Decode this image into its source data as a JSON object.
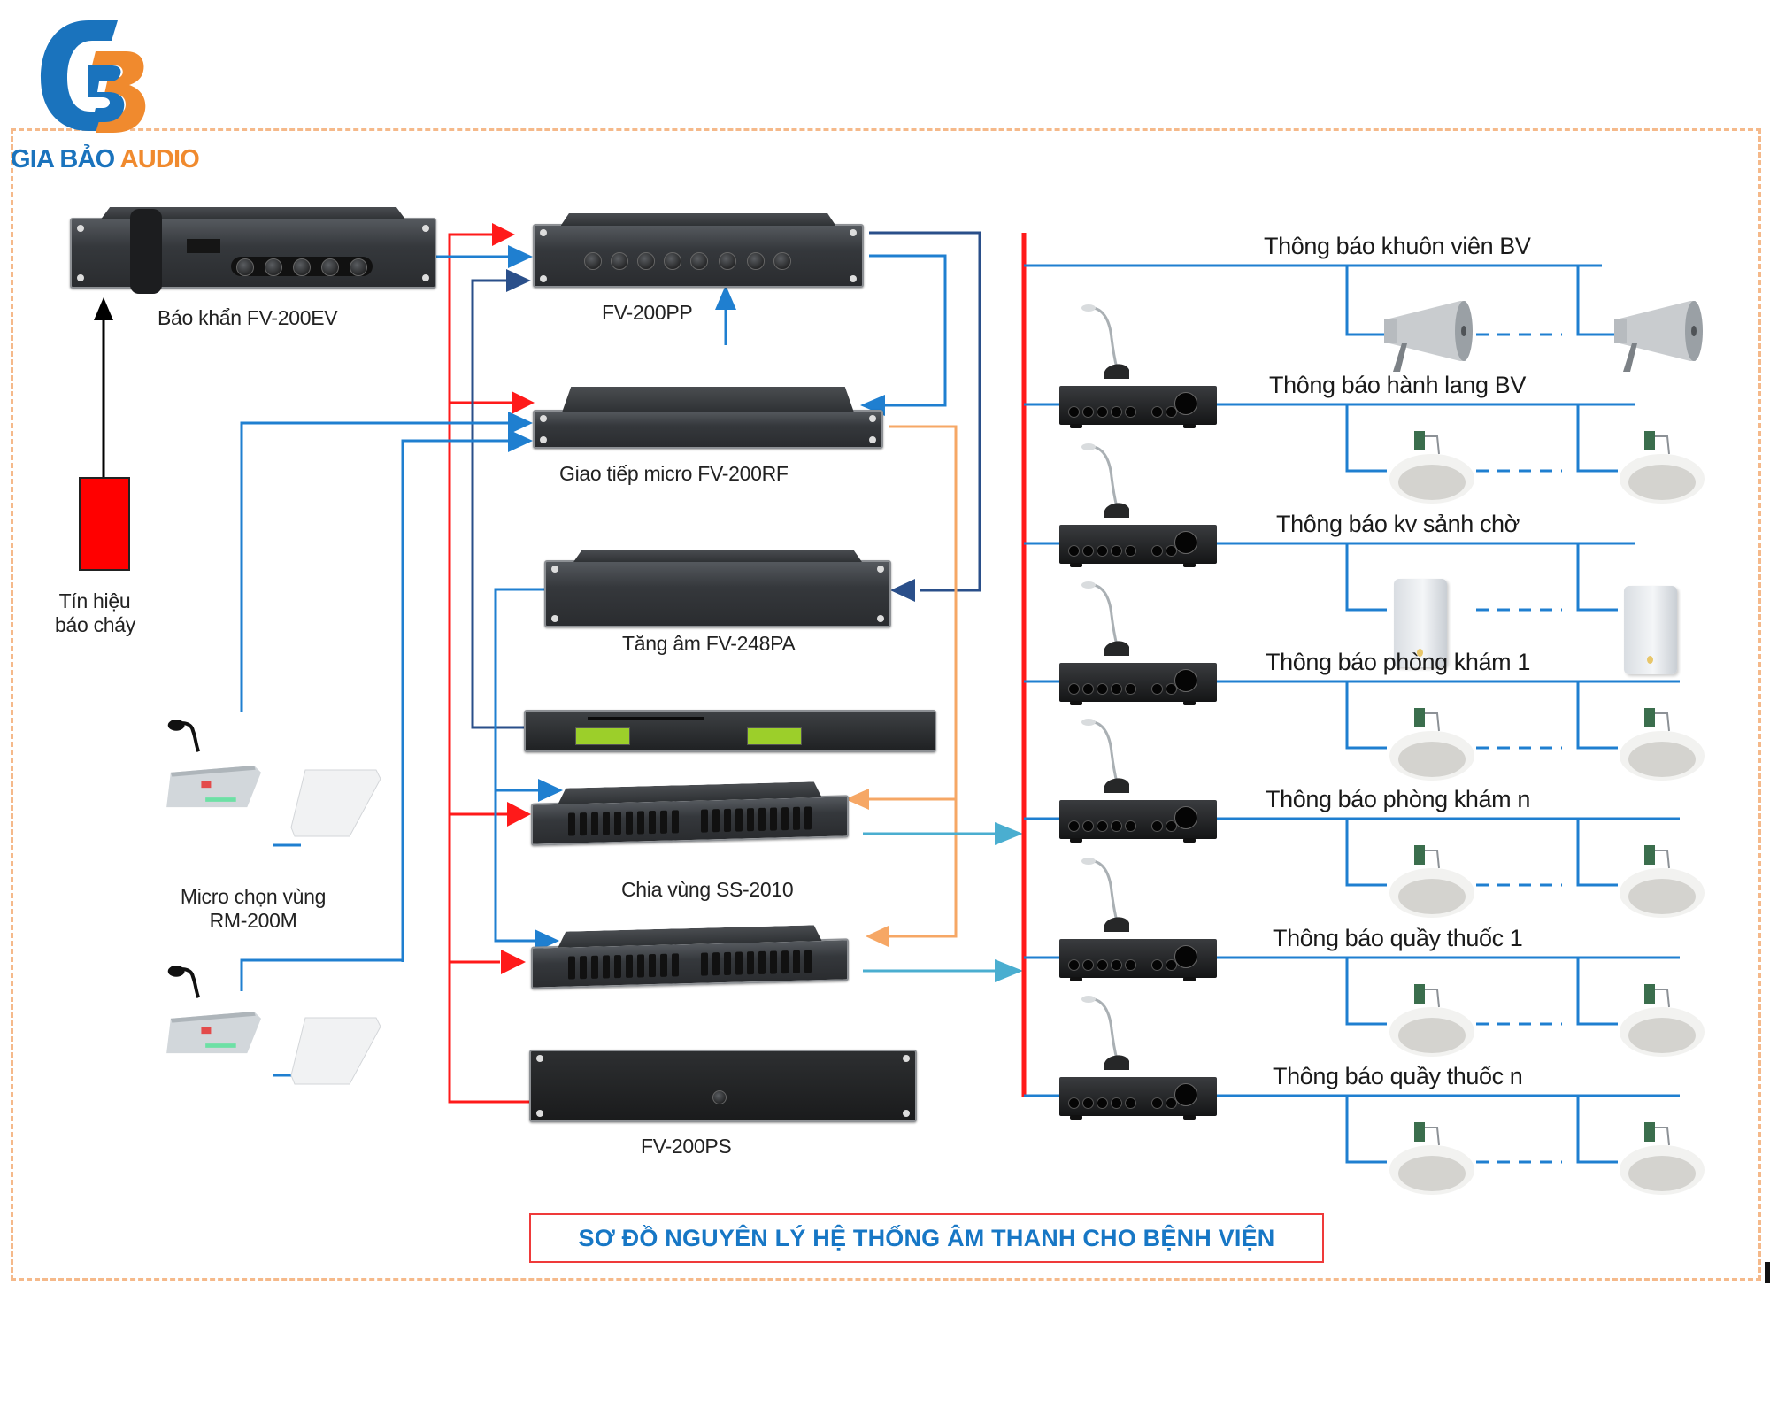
{
  "brand": {
    "logo_icon": "gia-bao-audio-logo-icon",
    "name_part1": "GIA BẢO",
    "name_part2": "AUDIO",
    "colors": {
      "blue": "#1a73bd",
      "orange": "#f08a2e"
    }
  },
  "title": "SƠ ĐỒ NGUYÊN LÝ HỆ THỐNG ÂM THANH CHO BỆNH VIỆN",
  "devices": {
    "emergency": "Báo khẩn FV-200EV",
    "preamp": "FV-200PP",
    "mic_interface": "Giao tiếp micro FV-200RF",
    "booster": "Tăng âm FV-248PA",
    "player_icon": "cd-tuner-player-icon",
    "zone_selector": "Chia vùng SS-2010",
    "power_supply": "FV-200PS",
    "fire_signal_line1": "Tín hiệu",
    "fire_signal_line2": "báo cháy",
    "remote_mic_line1": "Micro chọn vùng",
    "remote_mic_line2": "RM-200M"
  },
  "zones": [
    {
      "label": "Thông báo khuôn viên BV",
      "speaker": "horn-speaker-icon",
      "has_amp": false
    },
    {
      "label": "Thông báo hành lang BV",
      "speaker": "ceiling-speaker-icon",
      "has_amp": true
    },
    {
      "label": "Thông báo kv sảnh chờ",
      "speaker": "wall-speaker-icon",
      "has_amp": true
    },
    {
      "label": "Thông báo phòng khám 1",
      "speaker": "ceiling-speaker-icon",
      "has_amp": true
    },
    {
      "label": "Thông báo phòng khám n",
      "speaker": "ceiling-speaker-icon",
      "has_amp": true
    },
    {
      "label": "Thông báo quầy thuốc 1",
      "speaker": "ceiling-speaker-icon",
      "has_amp": true
    },
    {
      "label": "Thông báo quầy thuốc n",
      "speaker": "ceiling-speaker-icon",
      "has_amp": true
    }
  ],
  "wire_colors": {
    "power": "#ff1a1a",
    "audio": "#1f7fd0",
    "control": "#2a4f8a",
    "zone_out": "#4aaed0",
    "feedback": "#f6a765",
    "alarm": "#000000",
    "frame": "#f5b98a"
  }
}
